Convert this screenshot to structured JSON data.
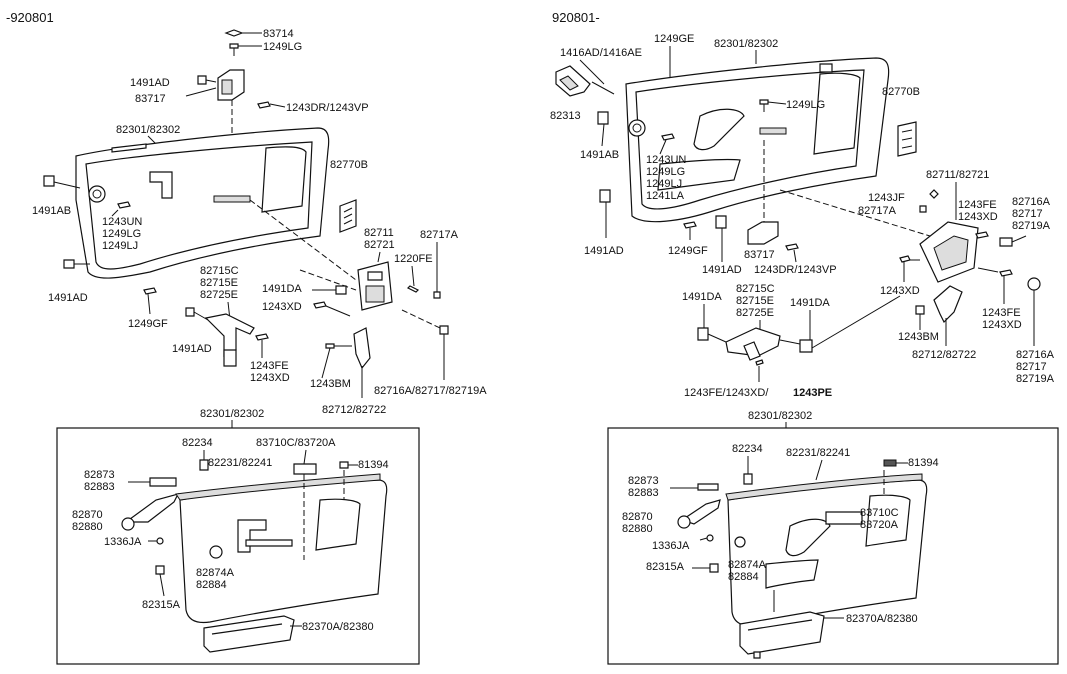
{
  "left": {
    "header": "-920801",
    "labels": {
      "l83714": "83714",
      "l1249lg_top": "1249LG",
      "l1491ad_top": "1491AD",
      "l83717": "83717",
      "l1243dr": "1243DR/1243VP",
      "l82301": "82301/82302",
      "l82770b": "82770B",
      "l1491ab": "1491AB",
      "l1243un": "1243UN",
      "l1249lg": "1249LG",
      "l1249lj": "1249LJ",
      "l82711": "82711",
      "l82721": "82721",
      "l82717a": "82717A",
      "l1220fe": "1220FE",
      "l82715c": "82715C",
      "l82715e": "82715E",
      "l82725e": "82725E",
      "l1491da": "1491DA",
      "l1491ad_l": "1491AD",
      "l1243xd": "1243XD",
      "l1249gf": "1249GF",
      "l1491ad_b": "1491AD",
      "l1243fe": "1243FE",
      "l1243xd_b": "1243XD",
      "l1243bm": "1243BM",
      "l82716a": "82716A/82717/82719A",
      "l82712": "82712/82722"
    },
    "inset": {
      "title": "82301/82302",
      "l82234": "82234",
      "l83710c": "83710C/83720A",
      "l82873": "82873",
      "l82883": "82883",
      "l82231": "82231/82241",
      "l81394": "81394",
      "l82870": "82870",
      "l82880": "82880",
      "l1336ja": "1336JA",
      "l82874a": "82874A",
      "l82884": "82884",
      "l82315a": "82315A",
      "l82370a": "82370A/82380"
    }
  },
  "right": {
    "header": "920801-",
    "labels": {
      "l1416ad": "1416AD/1416AE",
      "l1249ge": "1249GE",
      "l82301": "82301/82302",
      "l82313": "82313",
      "l82770b": "82770B",
      "l1249lg_top": "1249LG",
      "l1491ab": "1491AB",
      "l1243un": "1243UN",
      "l1249lg": "1249LG",
      "l1249lj": "1249LJ",
      "l1241la": "1241LA",
      "l82711": "82711/82721",
      "l1243jf": "1243JF",
      "l82717a": "82717A",
      "l1243fe": "1243FE",
      "l1243xd": "1243XD",
      "l82716a": "82716A",
      "l82717": "82717",
      "l82719a": "82719A",
      "l1491ad": "1491AD",
      "l1249gf": "1249GF",
      "l83717": "83717",
      "l1491ad_b": "1491AD",
      "l1243dr": "1243DR/1243VP",
      "l1243xd_m": "1243XD",
      "l1243fe_b": "1243FE",
      "l1243xd_b": "1243XD",
      "l1491da": "1491DA",
      "l82715c": "82715C",
      "l82715e": "82715E",
      "l82725e": "82725E",
      "l1491da_r": "1491DA",
      "l1243bm": "1243BM",
      "l82712": "82712/82722",
      "l82716a_b": "82716A",
      "l82717_b": "82717",
      "l82719a_b": "82719A",
      "l1243fe_xd": "1243FE/1243XD/",
      "l1243pe": "1243PE"
    },
    "inset": {
      "title": "82301/82302",
      "l82234": "82234",
      "l82231": "82231/82241",
      "l81394": "81394",
      "l82873": "82873",
      "l82883": "82883",
      "l82870": "82870",
      "l82880": "82880",
      "l83710c": "83710C",
      "l83720a": "83720A",
      "l1336ja": "1336JA",
      "l82874a": "82874A",
      "l82884": "82884",
      "l82315a": "82315A",
      "l82370a": "82370A/82380"
    }
  }
}
